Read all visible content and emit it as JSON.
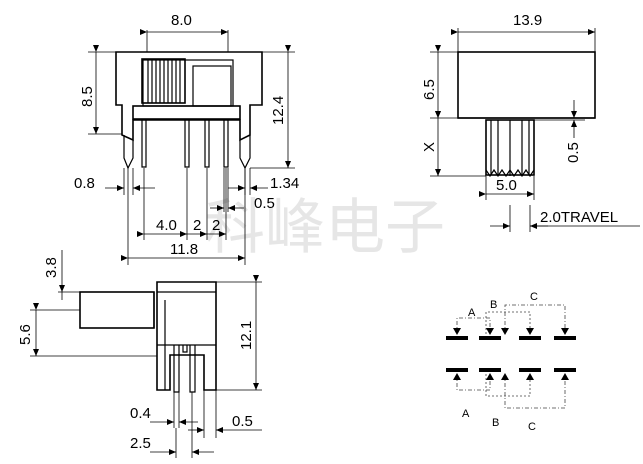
{
  "watermark": "科峰电子",
  "front_view": {
    "dim_width_top": "8.0",
    "dim_height_left": "8.5",
    "dim_height_right": "12.4",
    "dim_pin_left": "0.8",
    "dim_pin_right": "1.34",
    "dim_pitch_a": "4.0",
    "dim_pitch_b": "2",
    "dim_pitch_c": "2",
    "dim_small": "0.5",
    "dim_overall": "11.8"
  },
  "top_view": {
    "dim_length": "13.9",
    "dim_height": "6.5",
    "dim_x": "X",
    "dim_actuator_width": "5.0",
    "dim_offset": "0.5",
    "travel": "2.0TRAVEL"
  },
  "side_view": {
    "dim_38": "3.8",
    "dim_56": "5.6",
    "dim_121": "12.1",
    "dim_04": "0.4",
    "dim_05": "0.5",
    "dim_25": "2.5"
  },
  "schematic": {
    "top_labels": [
      "A",
      "B",
      "C"
    ],
    "bottom_labels": [
      "A",
      "B",
      "C"
    ]
  }
}
